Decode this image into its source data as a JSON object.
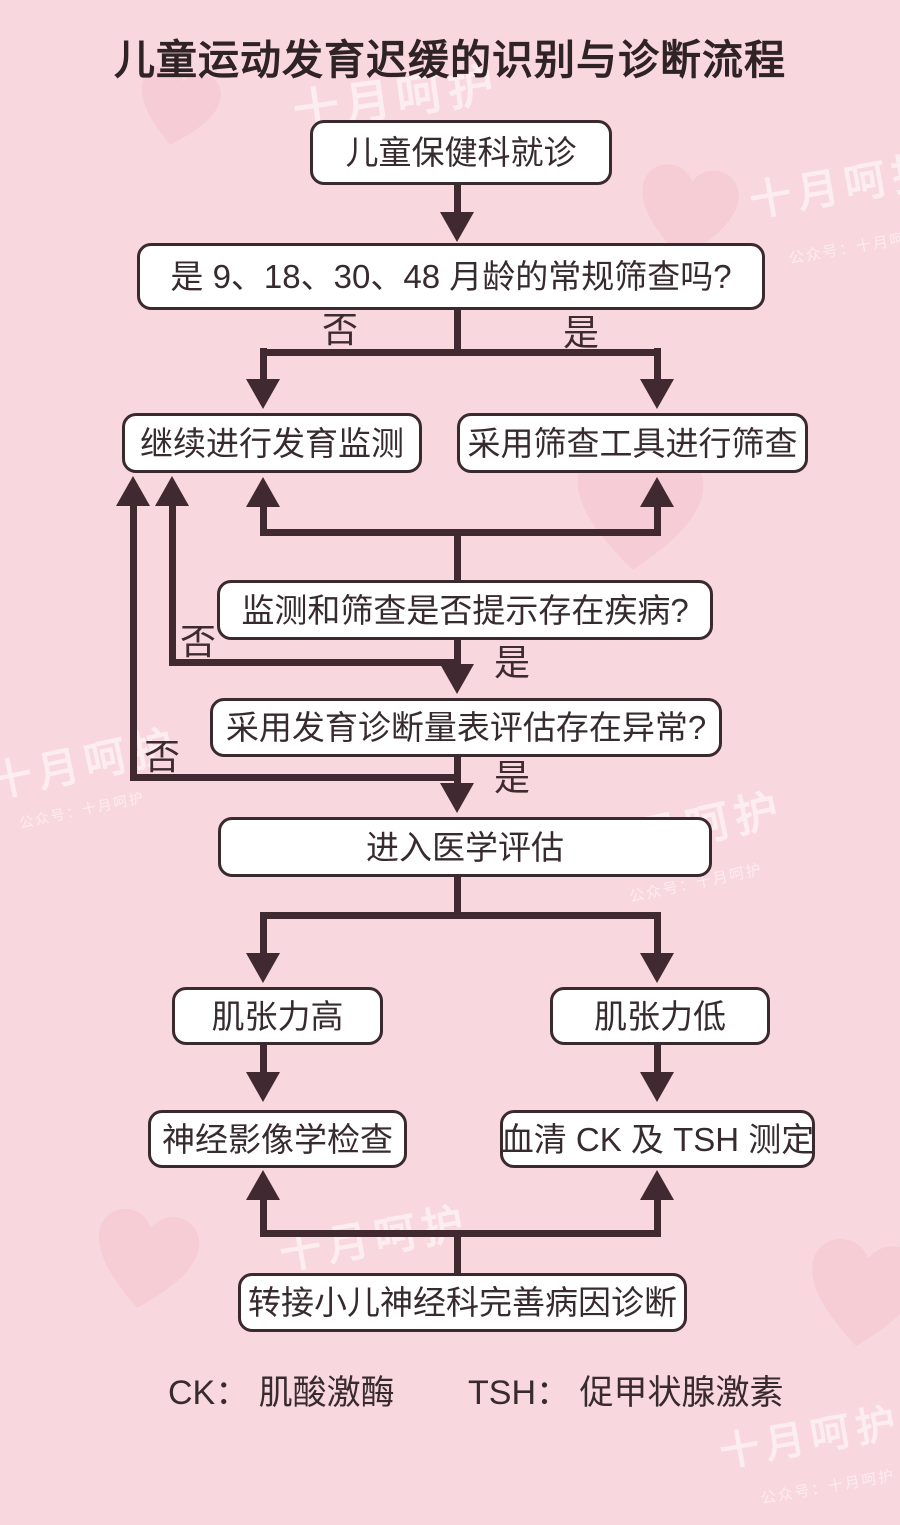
{
  "title": {
    "part1": "儿童运动",
    "part2": "发育迟缓",
    "part3": "的识别与诊断流程"
  },
  "flowchart": {
    "nodes": {
      "visit": {
        "label": "儿童保健科就诊"
      },
      "routine": {
        "label": "是 9、18、30、48 月龄的常规筛查吗?"
      },
      "monitor": {
        "label": "继续进行发育监测"
      },
      "screen": {
        "label": "采用筛查工具进行筛查"
      },
      "disease": {
        "label": "监测和筛查是否提示存在疾病?"
      },
      "scale": {
        "label": "采用发育诊断量表评估存在异常?"
      },
      "medical": {
        "label": "进入医学评估"
      },
      "high_tone": {
        "label": "肌张力高"
      },
      "low_tone": {
        "label": "肌张力低"
      },
      "neuroimaging": {
        "label": "神经影像学检查"
      },
      "serum": {
        "label": "血清 CK 及 TSH 测定"
      },
      "referral": {
        "label": "转接小儿神经科完善病因诊断"
      }
    },
    "branch_labels": {
      "no": "否",
      "yes": "是"
    },
    "legend": {
      "ck": "CK： 肌酸激酶",
      "tsh": "TSH： 促甲状腺激素"
    }
  },
  "watermark": {
    "text": "十月呵护",
    "subtext": "公众号：十月呵护"
  },
  "colors": {
    "background": "#f9d7de",
    "line": "#402931",
    "box_fill": "#ffffff",
    "watermark_pink": "#f4c3cd",
    "watermark_text": "rgba(255,255,255,0.55)"
  }
}
